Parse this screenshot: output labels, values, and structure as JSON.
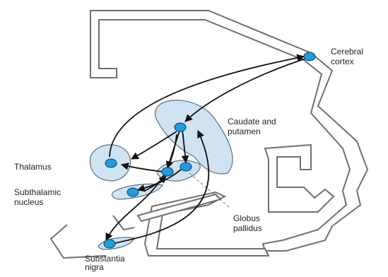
{
  "labels": {
    "cortex_line1": "Cerebral",
    "cortex_line2": "cortex",
    "caudate_line1": "Caudate and",
    "caudate_line2": "putamen",
    "thalamus": "Thalamus",
    "subthalamic_line1": "Subthalamic",
    "subthalamic_line2": "nucleus",
    "globus_line1": "Globus",
    "globus_line2": "pallidus",
    "nigra_line1": "Substantia",
    "nigra_line2": "nigra"
  },
  "colors": {
    "region_fill": "#cfe3f3",
    "region_stroke": "#5a6f80",
    "node_fill": "#1e9ee0",
    "node_stroke": "#0a3a5a",
    "outline_stroke": "#6f6f6f",
    "outline_fill": "#ffffff",
    "arrow": "#111111",
    "dashed": "#777777"
  }
}
